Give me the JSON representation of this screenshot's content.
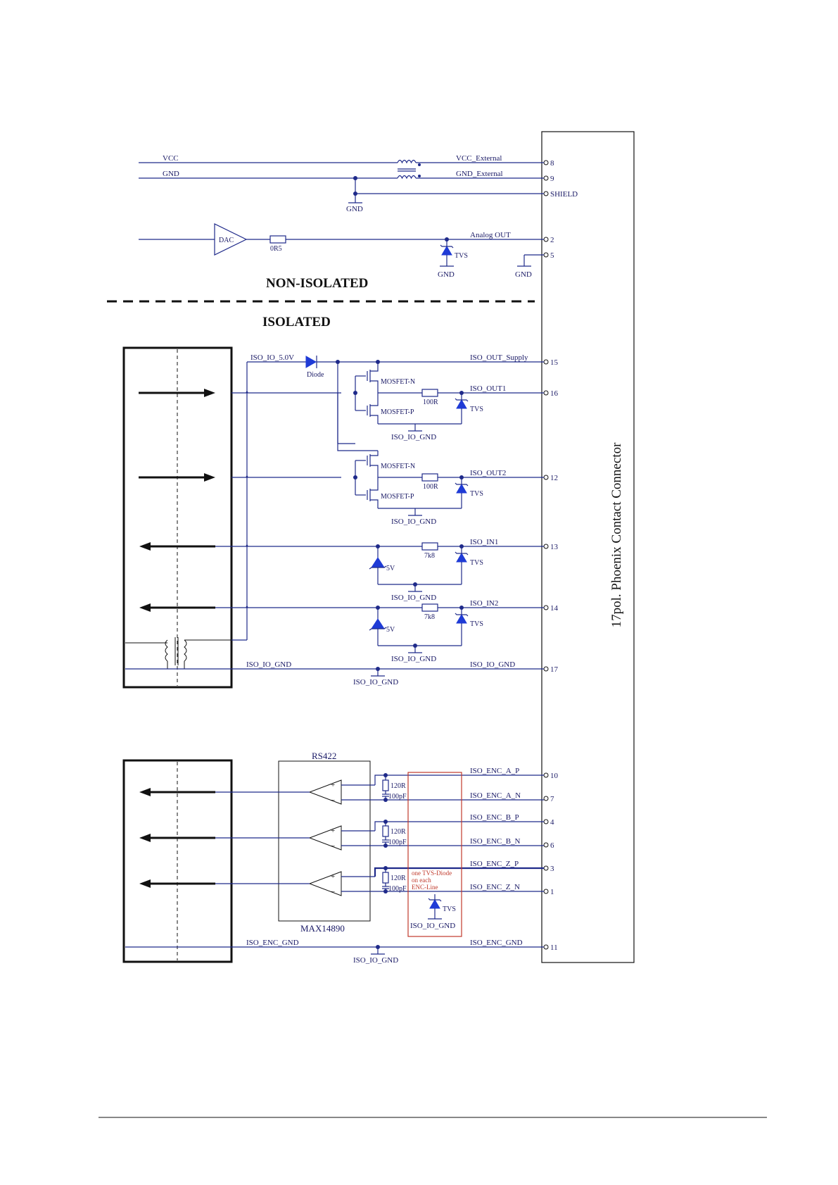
{
  "sections": {
    "non_isolated": "NON-ISOLATED",
    "isolated": "ISOLATED"
  },
  "connector": {
    "title": "17pol. Phoenix Contact Connector",
    "pins": [
      {
        "id": "p8",
        "number": "8",
        "net": "VCC_External"
      },
      {
        "id": "p9",
        "number": "9",
        "net": "GND_External"
      },
      {
        "id": "pshield",
        "number": "SHIELD",
        "net": ""
      },
      {
        "id": "p2",
        "number": "2",
        "net": "Analog OUT"
      },
      {
        "id": "p5",
        "number": "5",
        "net": ""
      },
      {
        "id": "p15",
        "number": "15",
        "net": "ISO_OUT_Supply"
      },
      {
        "id": "p16",
        "number": "16",
        "net": "ISO_OUT1"
      },
      {
        "id": "p12",
        "number": "12",
        "net": "ISO_OUT2"
      },
      {
        "id": "p13",
        "number": "13",
        "net": "ISO_IN1"
      },
      {
        "id": "p14",
        "number": "14",
        "net": "ISO_IN2"
      },
      {
        "id": "p17",
        "number": "17",
        "net": "ISO_IO_GND"
      },
      {
        "id": "p10",
        "number": "10",
        "net": "ISO_ENC_A_P"
      },
      {
        "id": "p7",
        "number": "7",
        "net": "ISO_ENC_A_N"
      },
      {
        "id": "p4",
        "number": "4",
        "net": "ISO_ENC_B_P"
      },
      {
        "id": "p6",
        "number": "6",
        "net": "ISO_ENC_B_N"
      },
      {
        "id": "p3",
        "number": "3",
        "net": "ISO_ENC_Z_P"
      },
      {
        "id": "p1",
        "number": "1",
        "net": "ISO_ENC_Z_N"
      },
      {
        "id": "p11",
        "number": "11",
        "net": "ISO_ENC_GND"
      }
    ]
  },
  "nets": {
    "vcc": "VCC",
    "gnd": "GND",
    "iso_io_5v": "ISO_IO_5.0V",
    "iso_io_gnd": "ISO_IO_GND",
    "iso_enc_gnd": "ISO_ENC_GND"
  },
  "parts": {
    "dac": "DAC",
    "r_0r5": "0R5",
    "tvs": "TVS",
    "diode": "Diode",
    "mosfet_n": "MOSFET-N",
    "mosfet_p": "MOSFET-P",
    "r_100r": "100R",
    "r_7k8": "7k8",
    "zener_5v": "5V",
    "r_120r": "120R",
    "c_100pf": "100pF",
    "rs422": "RS422",
    "max14890": "MAX14890"
  },
  "gnd_labels": {
    "gnd": "GND",
    "iso_io_gnd": "ISO_IO_GND"
  },
  "note": [
    "one TVS-Diode",
    "on each",
    "ENC-Line"
  ],
  "colors": {
    "wire": "#1f2a8a",
    "component_fill": "#1f3bd6",
    "note_box": "#c0392b",
    "frame": "#111111"
  }
}
